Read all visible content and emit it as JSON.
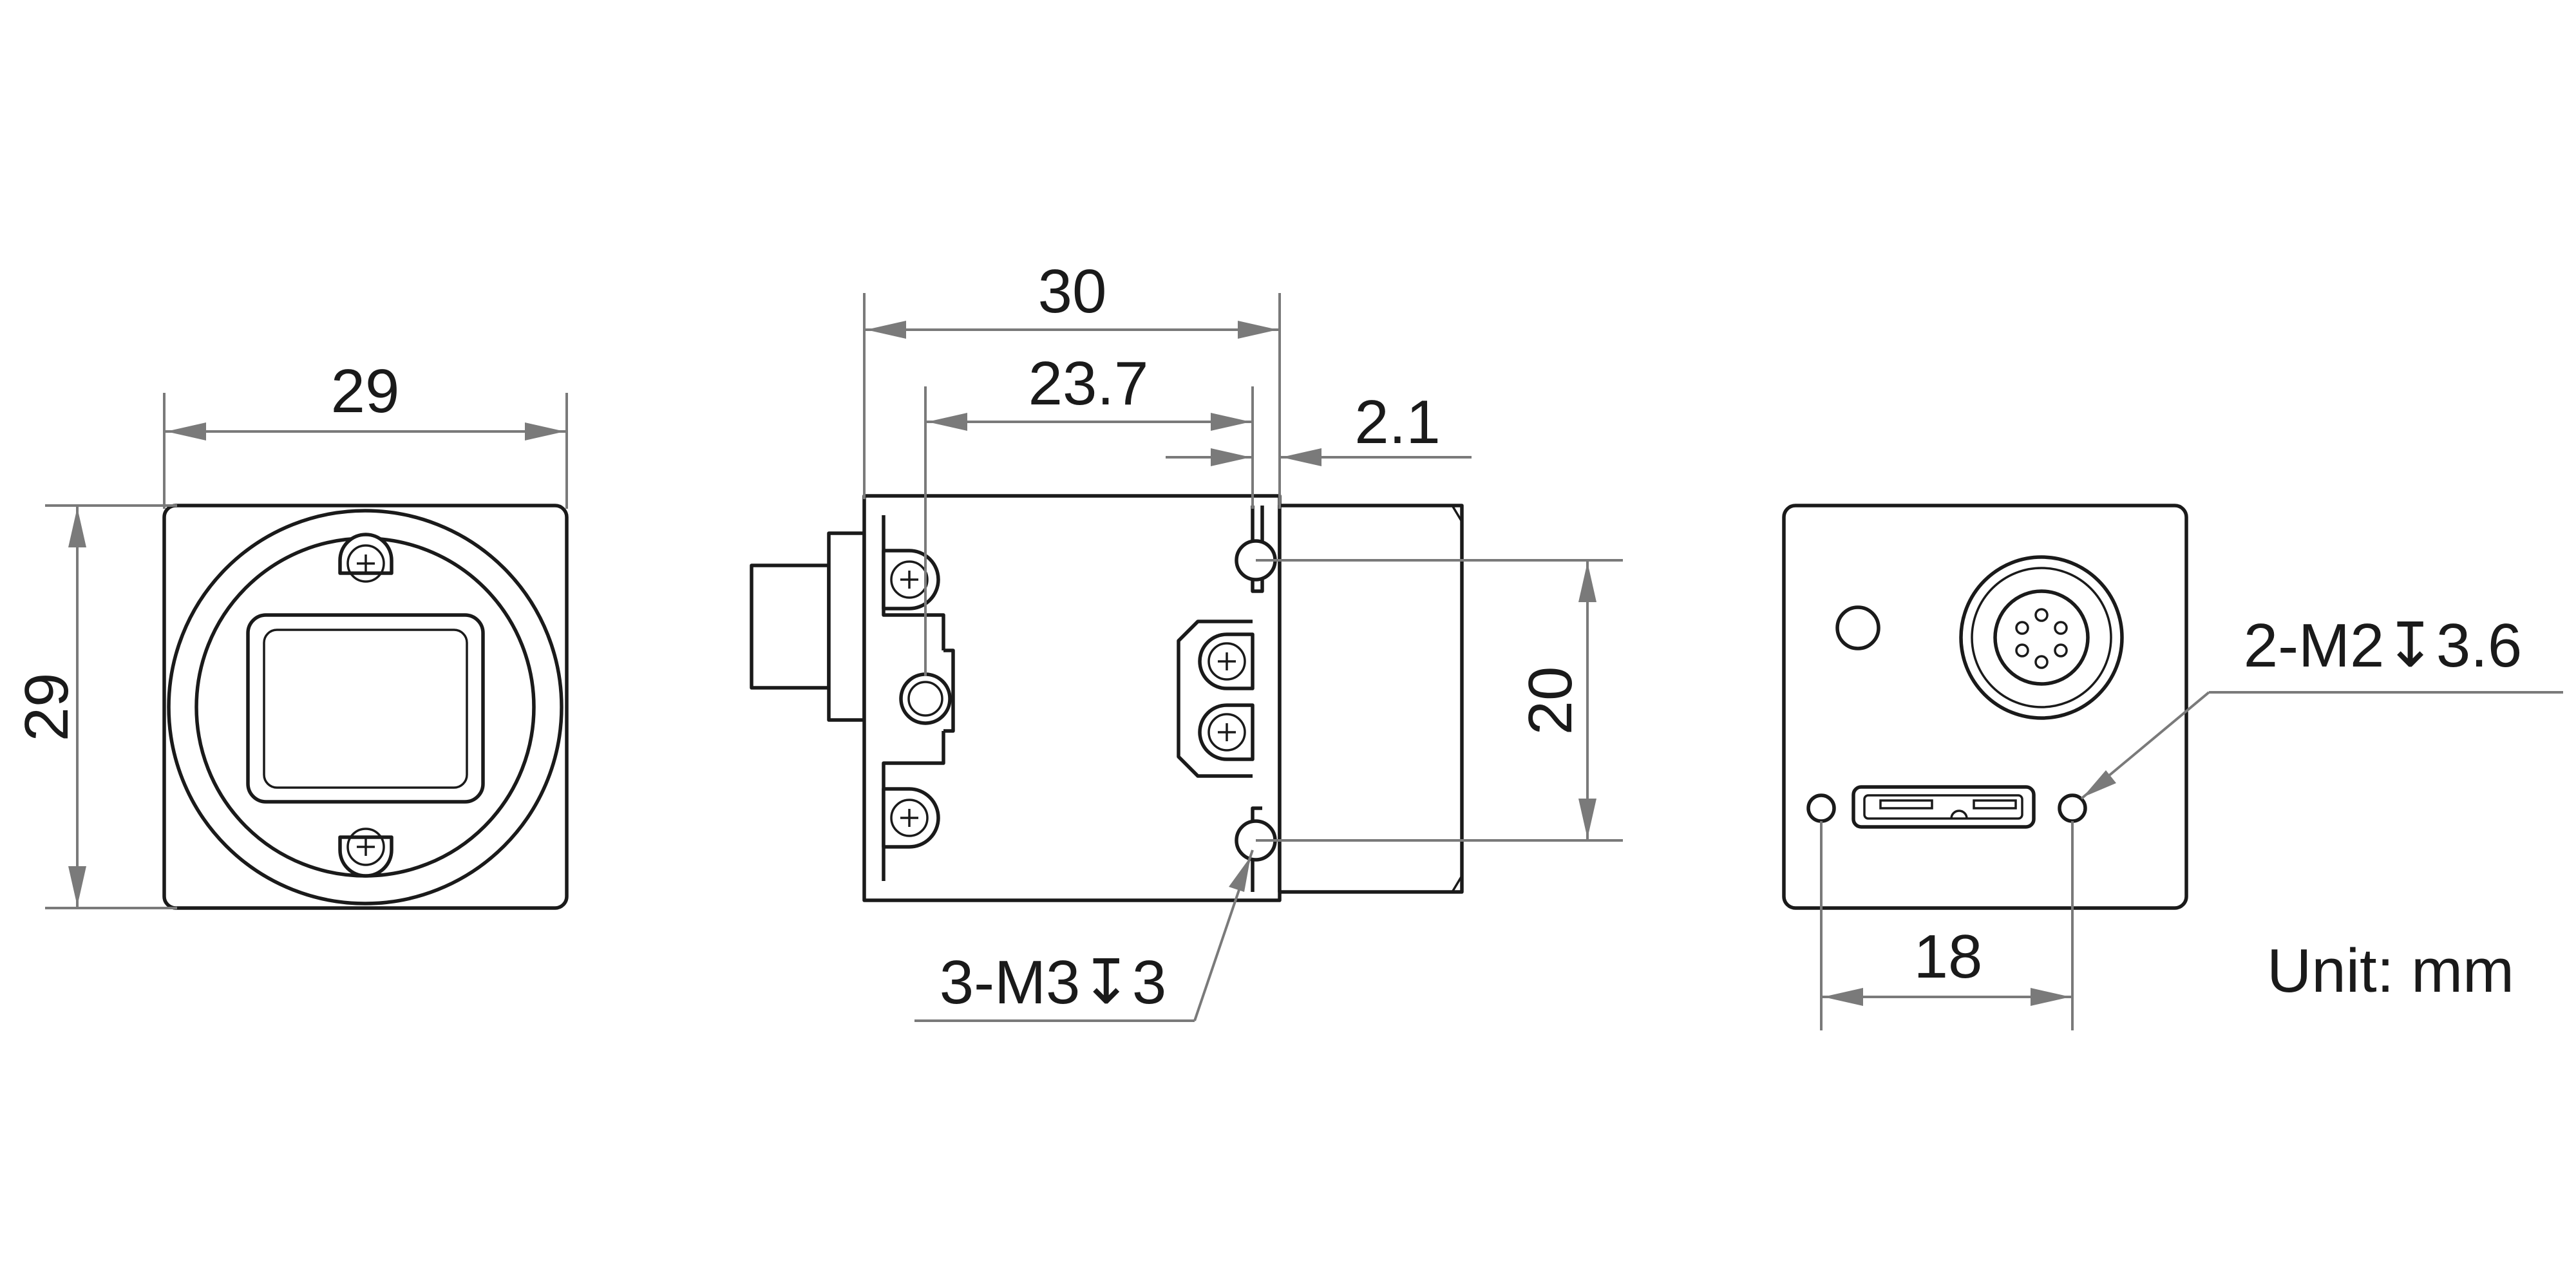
{
  "dimensions": {
    "front_width": "29",
    "front_height": "29",
    "side_total_length": "30",
    "side_mount_offset": "23.7",
    "side_front_step": "2.1",
    "side_hole_spacing": "20",
    "rear_hole_spacing": "18"
  },
  "callouts": {
    "side_holes": "3-M3↧3",
    "rear_holes": "2-M2↧3.6"
  },
  "unit_note": "Unit: mm",
  "colors": {
    "outline": "#1a1a1a",
    "dimension": "#7a7a7a",
    "background": "#ffffff"
  }
}
